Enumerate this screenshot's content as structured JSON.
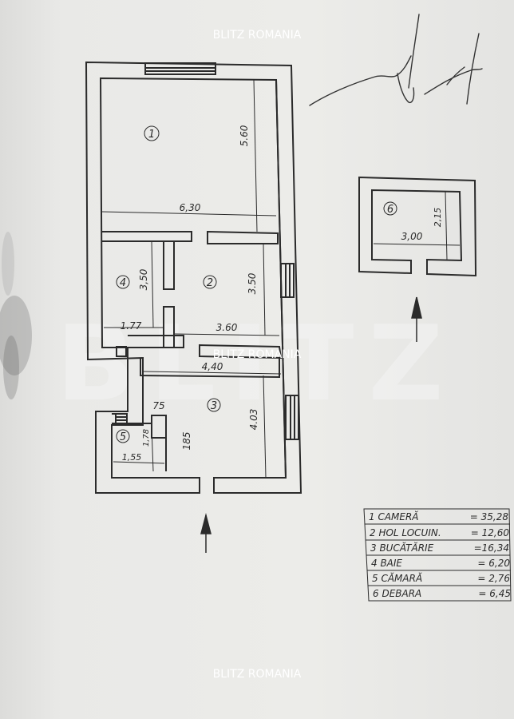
{
  "watermarks": {
    "top": "BLITZ ROMANIA",
    "middle": "BLITZ ROMANIA",
    "bottom": "BLITZ ROMANIA",
    "large": "BLITZ"
  },
  "rooms": {
    "r1": {
      "number": "1",
      "width": "6,30",
      "height": "5.60"
    },
    "r2": {
      "number": "2",
      "width": "3.60",
      "height": "3.50"
    },
    "r3": {
      "number": "3",
      "width": "4,40",
      "height": "4.03",
      "inner_a": "75",
      "inner_b": "185"
    },
    "r4": {
      "number": "4",
      "width": "1.77",
      "height": "3,50"
    },
    "r5": {
      "number": "5",
      "width": "1,55",
      "height": "1,78"
    },
    "r6": {
      "number": "6",
      "width": "3,00",
      "height": "2,15"
    }
  },
  "legend": [
    {
      "name": "1 CAMERĂ",
      "value": "=  35,28"
    },
    {
      "name": "2 HOL LOCUIN.",
      "value": "= 12,60"
    },
    {
      "name": "3 BUCĂTĂRIE",
      "value": "=16,34"
    },
    {
      "name": "4 BAIE",
      "value": "= 6,20"
    },
    {
      "name": "5 CĂMARĂ",
      "value": "= 2,76"
    },
    {
      "name": "6 DEBARA",
      "value": "= 6,45"
    }
  ]
}
